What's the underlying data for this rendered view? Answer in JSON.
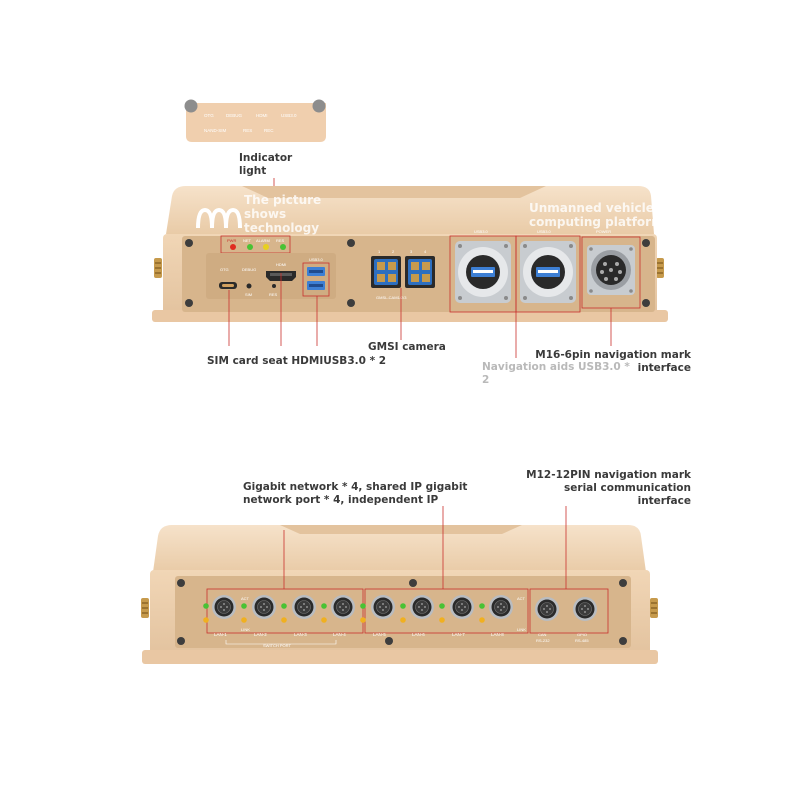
{
  "colors": {
    "case": "#eccdaa",
    "case_dark": "#dcb68f",
    "panel": "#d9b890",
    "leader": "#c9302c",
    "text": "#3a3a3a",
    "muted_text": "#b9b9b9",
    "usb_blue": "#3d7fd4",
    "led_green": "#49c234",
    "led_amber": "#f0b020",
    "led_red": "#e02b20",
    "led_yellow": "#e7d020"
  },
  "indicator_panel": {
    "row1": [
      "OTG",
      "DEBUG",
      "HDMI",
      "USB3.0"
    ],
    "row2": [
      "NAND-SIM",
      "RES",
      "REC"
    ]
  },
  "callouts": {
    "indicator_light": [
      "Indicator",
      "light"
    ],
    "sim_hdmi_usb": "SIM card seat HDMIUSB3.0 * 2",
    "gmsi_camera": "GMSI camera",
    "navigation_usb": [
      "Navigation aids USB3.0 *",
      "2"
    ],
    "m16_interface": [
      "M16-6pin navigation mark",
      "interface"
    ],
    "gigabit_network": [
      "Gigabit network * 4, shared IP gigabit",
      "network port * 4, independent IP"
    ],
    "m12_interface": [
      "M12-12PIN navigation mark",
      "serial communication",
      "interface"
    ]
  },
  "watermark": {
    "left": [
      "The picture",
      "shows",
      "technology"
    ],
    "right": [
      "Unmanned vehicle",
      "computing platform"
    ]
  },
  "front_panel": {
    "status_row": [
      "PWR",
      "NET",
      "ALARM",
      "RES"
    ],
    "port_labels": [
      "OTG",
      "DEBUG",
      "HDMI",
      "USB3.0"
    ],
    "sub_labels": [
      "SIM",
      "RES"
    ],
    "gmsl_label": "GMSL-CAM1/2/3",
    "gmsl_numbers": [
      "1",
      "2",
      "3",
      "4"
    ],
    "usb_a_label": "USB3.0",
    "usb_b_label": "USB3.0",
    "power_label": "POWER"
  },
  "rear_panel": {
    "lan_labels": [
      "LAN-1",
      "LAN-2",
      "LAN-3",
      "LAN-4",
      "LAN-5",
      "LAN-6",
      "LAN-7",
      "LAN-8"
    ],
    "switch_label": "SWITCH PORT",
    "act_label": "ACT",
    "link_label": "LINK",
    "serial_labels": [
      {
        "top": "CAN",
        "bottom": "RS-232"
      },
      {
        "top": "GPIO",
        "bottom": "RS-485"
      }
    ]
  }
}
